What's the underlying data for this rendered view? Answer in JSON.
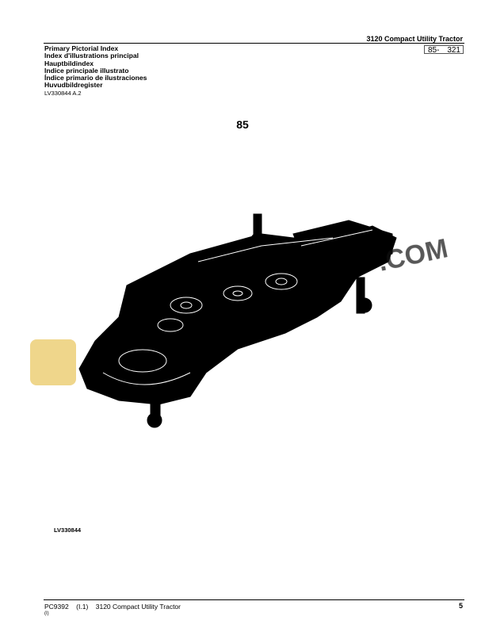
{
  "header": {
    "title": "3120 Compact Utility Tractor",
    "page_ref_left": "85-",
    "page_ref_right": "321"
  },
  "index_titles": [
    "Primary Pictorial Index",
    "Index d'illustrations principal",
    "Hauptbildindex",
    "Indice principale illustrato",
    "Índice primario de ilustraciones",
    "Huvudbildregister"
  ],
  "reference": "LV330844 A.2",
  "figure_number": "85",
  "figure_id": "LV330844",
  "watermark": {
    "text": ".COM",
    "logo_color": "#e8c45a"
  },
  "footer": {
    "doc": "PC9392",
    "rev": "(I.1)",
    "title": "3120 Compact Utility Tractor",
    "sub": "(I)",
    "page": "5"
  }
}
